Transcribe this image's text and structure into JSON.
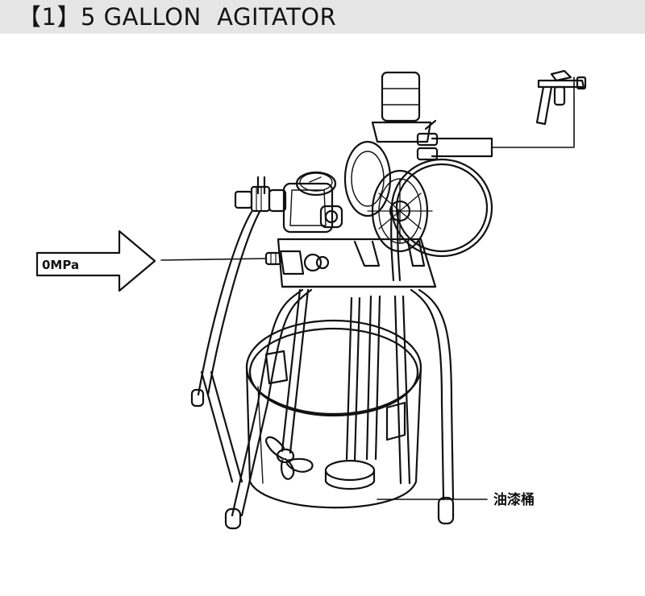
{
  "header": {
    "title": "【1】5 GALLON  AGITATOR"
  },
  "diagram": {
    "pressure_label": "0MPa",
    "bucket_label": "油漆桶"
  }
}
